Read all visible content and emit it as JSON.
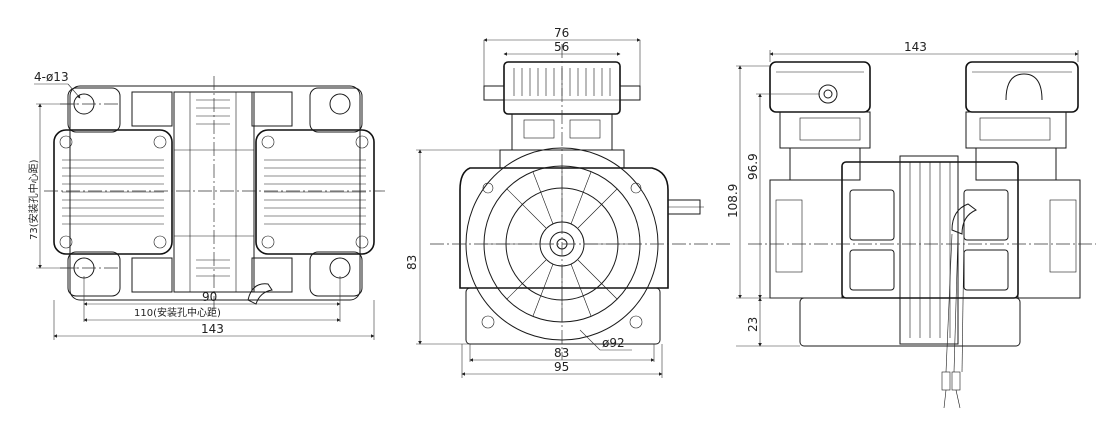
{
  "left_view": {
    "hole_spec": "4-ø13",
    "dim_mount_vertical": "73(安装孔中心距)",
    "dim_inner": "90",
    "dim_mount_horizontal": "110(安装孔中心距)",
    "dim_overall_width": "143"
  },
  "middle_view": {
    "dim_top_outer": "76",
    "dim_top_inner": "56",
    "dim_height": "83",
    "dim_base_inner": "83",
    "dim_base_outer": "95",
    "dim_motor_dia": "ø92"
  },
  "right_view": {
    "dim_overall_width": "143",
    "dim_height_total": "108.9",
    "dim_height_upper": "96.9",
    "dim_base": "23"
  }
}
